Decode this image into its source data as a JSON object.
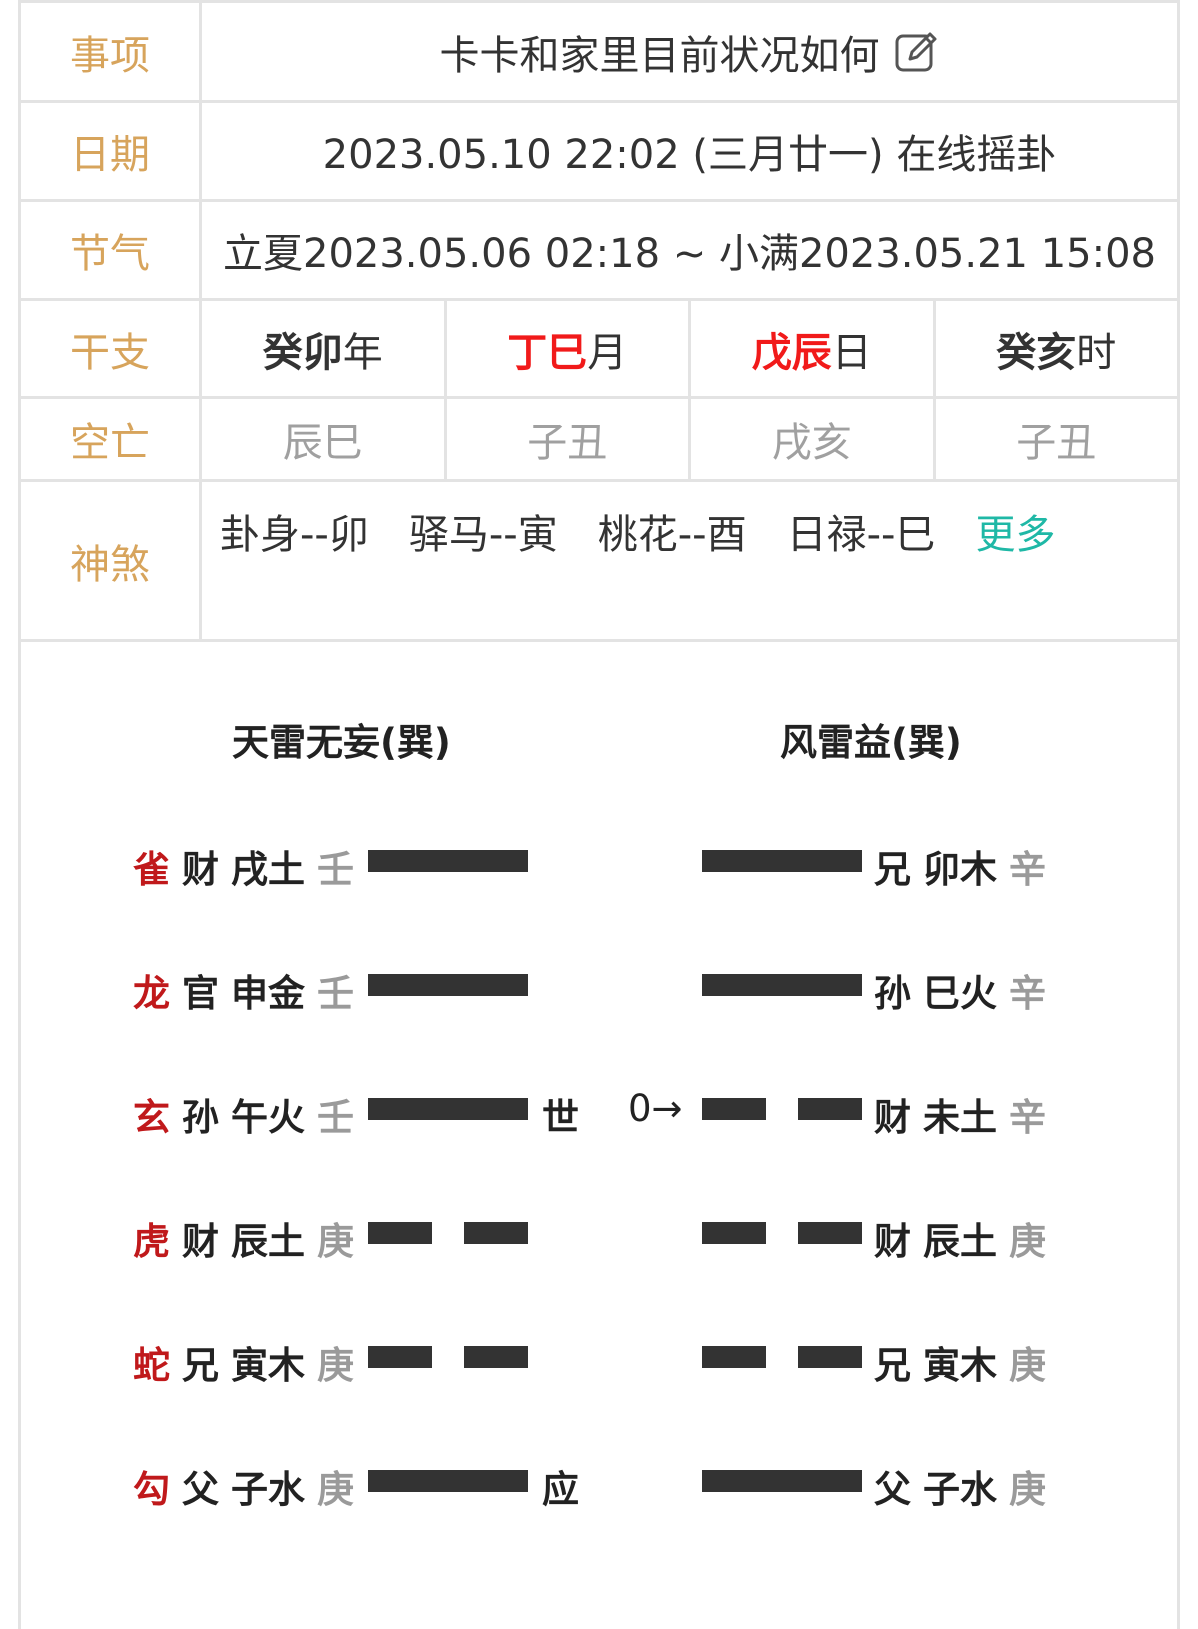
{
  "info": {
    "matter_label": "事项",
    "matter_value": "卡卡和家里目前状况如何",
    "date_label": "日期",
    "date_value": "2023.05.10 22:02 (三月廿一) 在线摇卦",
    "solar_term_label": "节气",
    "solar_term_value": "立夏2023.05.06 02:18 ~ 小满2023.05.21 15:08",
    "ganzhi_label": "干支",
    "ganzhi": [
      {
        "gz": "癸卯",
        "unit": "年"
      },
      {
        "gz": "丁巳",
        "unit": "月"
      },
      {
        "gz": "戊辰",
        "unit": "日"
      },
      {
        "gz": "癸亥",
        "unit": "时"
      }
    ],
    "kongwang_label": "空亡",
    "kongwang": [
      "辰巳",
      "子丑",
      "戌亥",
      "子丑"
    ],
    "shensha_label": "神煞",
    "shensha": [
      "卦身--卯",
      "驿马--寅",
      "桃花--酉",
      "日禄--巳"
    ],
    "more_label": "更多"
  },
  "hexagram": {
    "main_title": "天雷无妄(巽)",
    "changed_title": "风雷益(巽)",
    "lines": [
      {
        "god": "雀",
        "kin": "财",
        "branch": "戌土",
        "stem": "壬",
        "main_yang": true,
        "mark": "",
        "move": "",
        "c_yang": true,
        "c_kin": "兄",
        "c_branch": "卯木",
        "c_stem": "辛"
      },
      {
        "god": "龙",
        "kin": "官",
        "branch": "申金",
        "stem": "壬",
        "main_yang": true,
        "mark": "",
        "move": "",
        "c_yang": true,
        "c_kin": "孙",
        "c_branch": "巳火",
        "c_stem": "辛"
      },
      {
        "god": "玄",
        "kin": "孙",
        "branch": "午火",
        "stem": "壬",
        "main_yang": true,
        "mark": "世",
        "move": "0→",
        "c_yang": false,
        "c_kin": "财",
        "c_branch": "未土",
        "c_stem": "辛"
      },
      {
        "god": "虎",
        "kin": "财",
        "branch": "辰土",
        "stem": "庚",
        "main_yang": false,
        "mark": "",
        "move": "",
        "c_yang": false,
        "c_kin": "财",
        "c_branch": "辰土",
        "c_stem": "庚"
      },
      {
        "god": "蛇",
        "kin": "兄",
        "branch": "寅木",
        "stem": "庚",
        "main_yang": false,
        "mark": "",
        "move": "",
        "c_yang": false,
        "c_kin": "兄",
        "c_branch": "寅木",
        "c_stem": "庚"
      },
      {
        "god": "勾",
        "kin": "父",
        "branch": "子水",
        "stem": "庚",
        "main_yang": true,
        "mark": "应",
        "move": "",
        "c_yang": true,
        "c_kin": "父",
        "c_branch": "子水",
        "c_stem": "庚"
      }
    ]
  },
  "colors": {
    "label": "#d7a45c",
    "red": "#f11a1a",
    "teal": "#1fb8a6",
    "god": "#c0191b",
    "line": "#333333"
  }
}
